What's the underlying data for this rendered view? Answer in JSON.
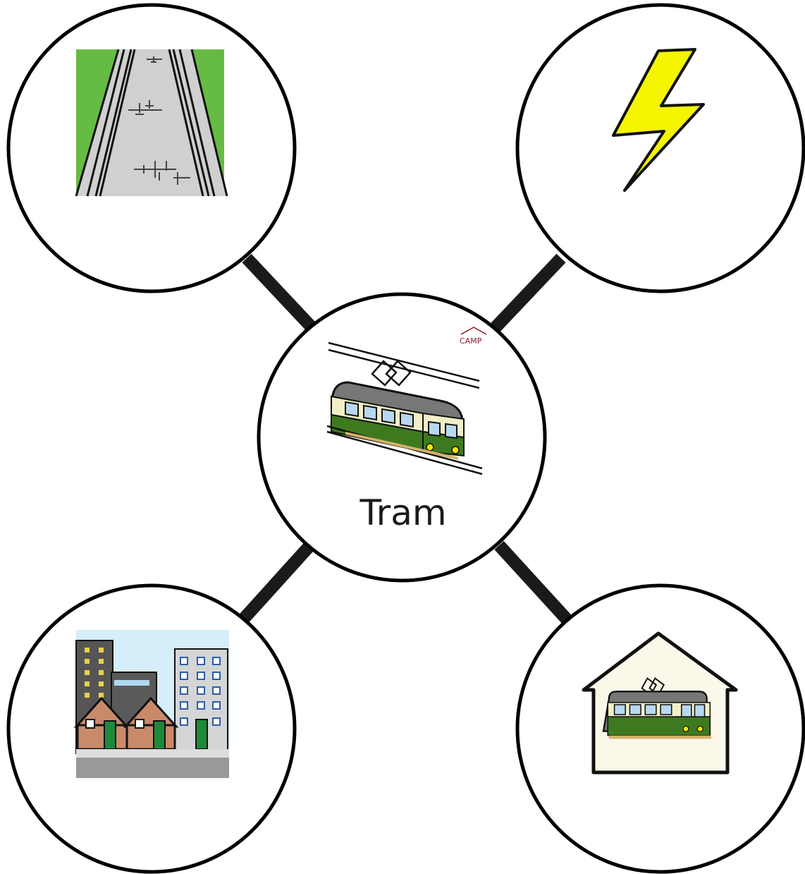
{
  "center": {
    "label": "Tram",
    "icon": "tram-icon",
    "logo_text": "CAMP"
  },
  "nodes": [
    {
      "id": "tracks",
      "icon": "tram-tracks-icon"
    },
    {
      "id": "electricity",
      "icon": "lightning-bolt-icon"
    },
    {
      "id": "town",
      "icon": "town-buildings-icon"
    },
    {
      "id": "depot",
      "icon": "tram-depot-icon"
    }
  ],
  "colors": {
    "grass": "#66bb44",
    "rail_bed": "#d0d0d0",
    "bolt": "#f5f500",
    "tram_green": "#3d7a1f",
    "tram_cream": "#f2efc6",
    "tram_roof": "#777777",
    "sky": "#d6eefa",
    "brick": "#c98a6a",
    "door_green": "#1d8a3a",
    "depot_wall": "#fbf8ea",
    "logo": "#8a1a2a"
  }
}
